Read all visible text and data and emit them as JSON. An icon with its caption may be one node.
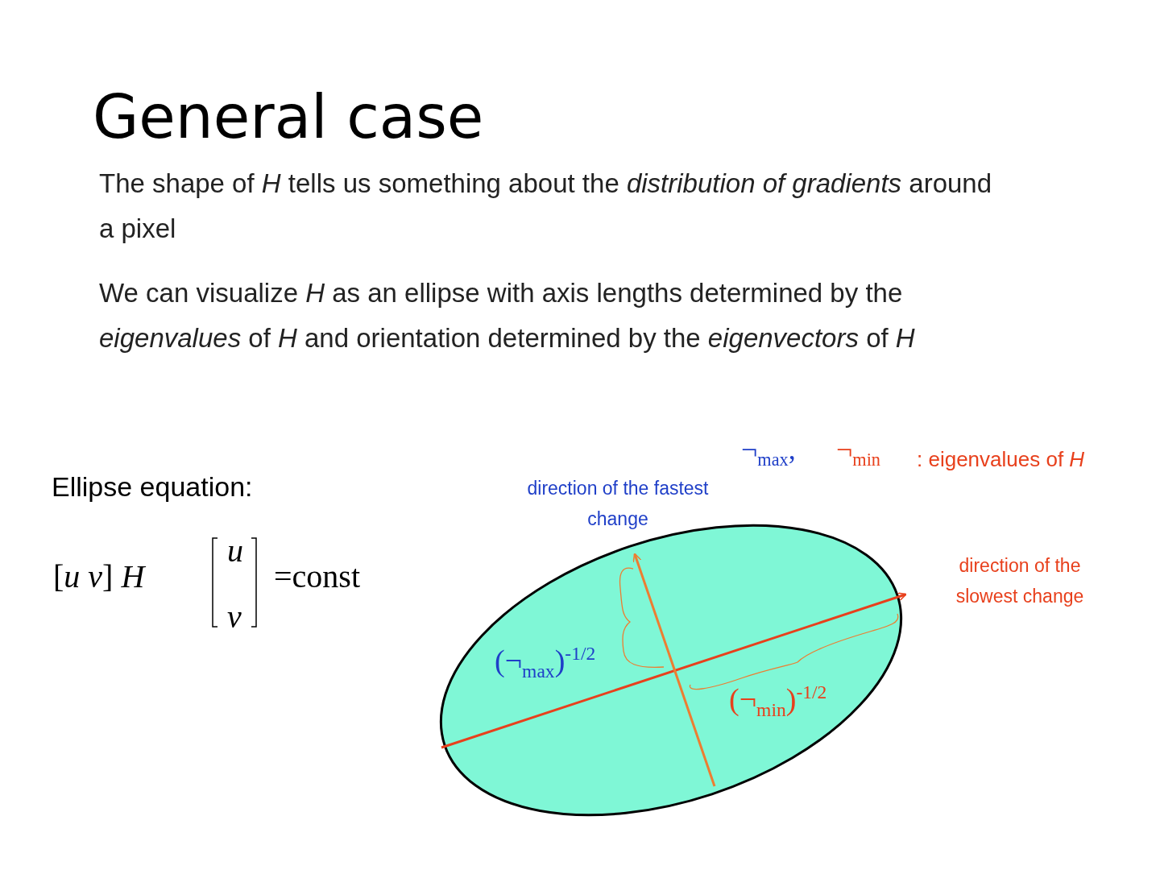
{
  "diagram": {
    "title": "General case",
    "labels": [
      "The shape of *H* tells us something about the *distribution of gradients* around a pixel",
      "We can visualize *H* as an ellipse with axis lengths determined by the *eigenvalues* of *H* and orientation determined by the *eigenvectors* of *H*",
      "Ellipse equation:",
      "[*u*  *v*]  *H*",
      "*u*",
      "*v*",
      "=const",
      "¬$_{max}$,",
      "¬$_{min}$",
      ": eigenvalues of *H*",
      "direction of the fastest change",
      "direction of the slowest change",
      "(¬$_{max}$)$^{-1/2}$",
      "(¬$_{min}$)$^{-1/2}$"
    ]
  }
}
